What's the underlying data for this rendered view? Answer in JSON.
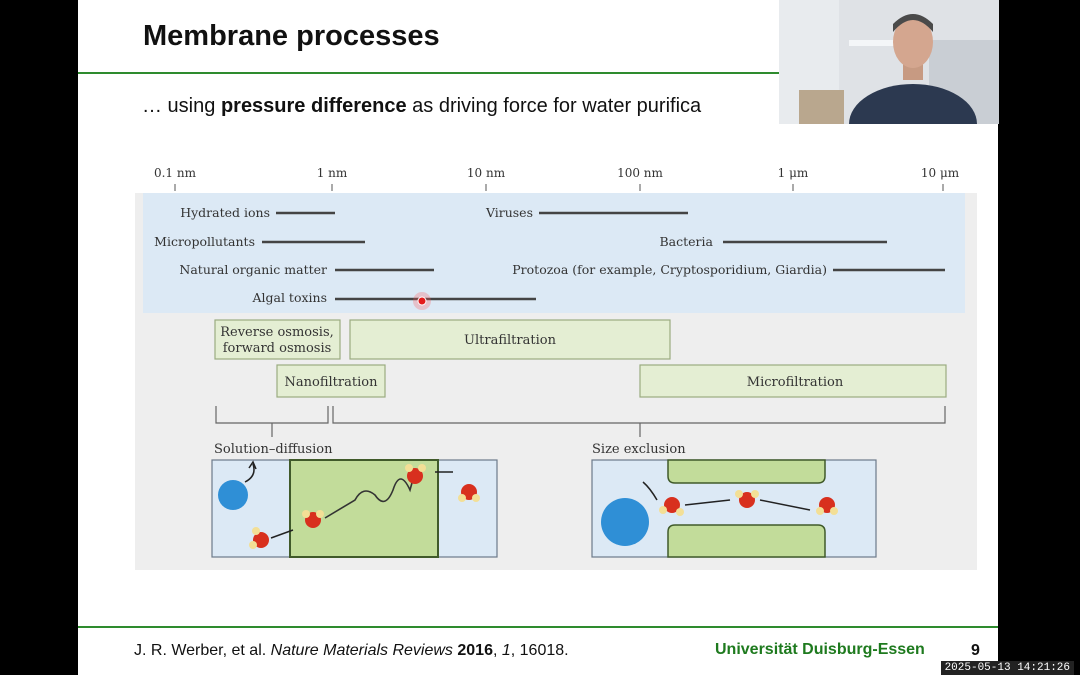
{
  "slide": {
    "title": "Membrane processes",
    "subtitle_prefix": "… using ",
    "subtitle_bold": "pressure difference",
    "subtitle_suffix": " as driving force for water purifica",
    "citation_authors": "J. R. Werber, et al. ",
    "citation_journal": "Nature Materials Reviews",
    "citation_year": "2016",
    "citation_sep1": ", ",
    "citation_volume": "1",
    "citation_pages": ", 16018.",
    "university": "Universität Duisburg-Essen",
    "page_number": "9"
  },
  "figure": {
    "scale_ticks": [
      "0.1 nm",
      "1 nm",
      "10 nm",
      "100 nm",
      "1 μm",
      "10 μm"
    ],
    "species": [
      {
        "label": "Hydrated ions"
      },
      {
        "label": "Viruses"
      },
      {
        "label": "Micropollutants"
      },
      {
        "label": "Bacteria"
      },
      {
        "label": "Natural organic matter"
      },
      {
        "label": "Protozoa (for example, Cryptosporidium, Giardia)"
      },
      {
        "label": "Algal toxins"
      }
    ],
    "processes": {
      "ro_line1": "Reverse osmosis,",
      "ro_line2": "forward osmosis",
      "uf": "Ultrafiltration",
      "nf": "Nanofiltration",
      "mf": "Microfiltration"
    },
    "mechanisms": {
      "solution_diffusion": "Solution–diffusion",
      "size_exclusion": "Size exclusion"
    },
    "colors": {
      "band_blue": "#dce9f5",
      "process_green": "#e4eed3",
      "membrane_green": "#c2dc9a",
      "ion_blue": "#2f8fd6",
      "oxygen_red": "#d8301e",
      "hydrogen_cream": "#f3df96"
    }
  },
  "webcam": {
    "timestamp": "2025-05-13 14:21:26"
  }
}
